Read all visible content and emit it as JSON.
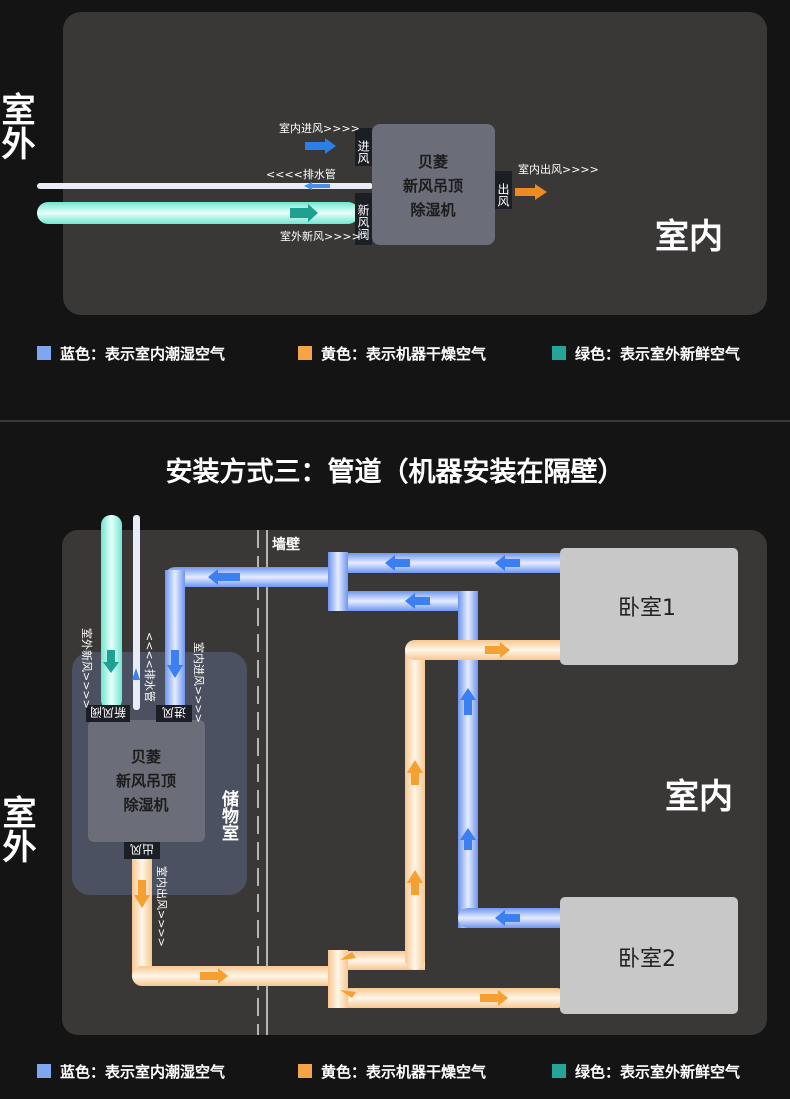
{
  "top": {
    "outdoor": "室外",
    "indoor": "室内",
    "machine": [
      "贝菱",
      "新风吊顶",
      "除湿机"
    ],
    "in_port": "进风",
    "out_port": "出风",
    "fresh_port": "新风阀",
    "indoor_in": "室内进风>>>>",
    "drain": "<<<<排水管",
    "outdoor_fresh": "室外新风>>>>",
    "indoor_out": "室内出风>>>>"
  },
  "legend": [
    {
      "label": "蓝色：表示室内潮湿空气",
      "color": "#7fa7f0"
    },
    {
      "label": "黄色：表示机器干燥空气",
      "color": "#f5a546"
    },
    {
      "label": "绿色：表示室外新鲜空气",
      "color": "#25a59a"
    }
  ],
  "section_title": "安装方式三：管道（机器安装在隔壁）",
  "bottom": {
    "outdoor": "室外",
    "indoor": "室内",
    "wall": "墙壁",
    "storage": "储物室",
    "machine": [
      "贝菱",
      "新风吊顶",
      "除湿机"
    ],
    "in_port": "进风",
    "out_port": "出风",
    "fresh_port": "新风阀",
    "outdoor_fresh": "室外新风>>>>",
    "drain": "<<<<排水管",
    "indoor_in": "室内进风>>>>",
    "indoor_out": "室内出风>>>>",
    "bedroom1": "卧室1",
    "bedroom2": "卧室2"
  }
}
